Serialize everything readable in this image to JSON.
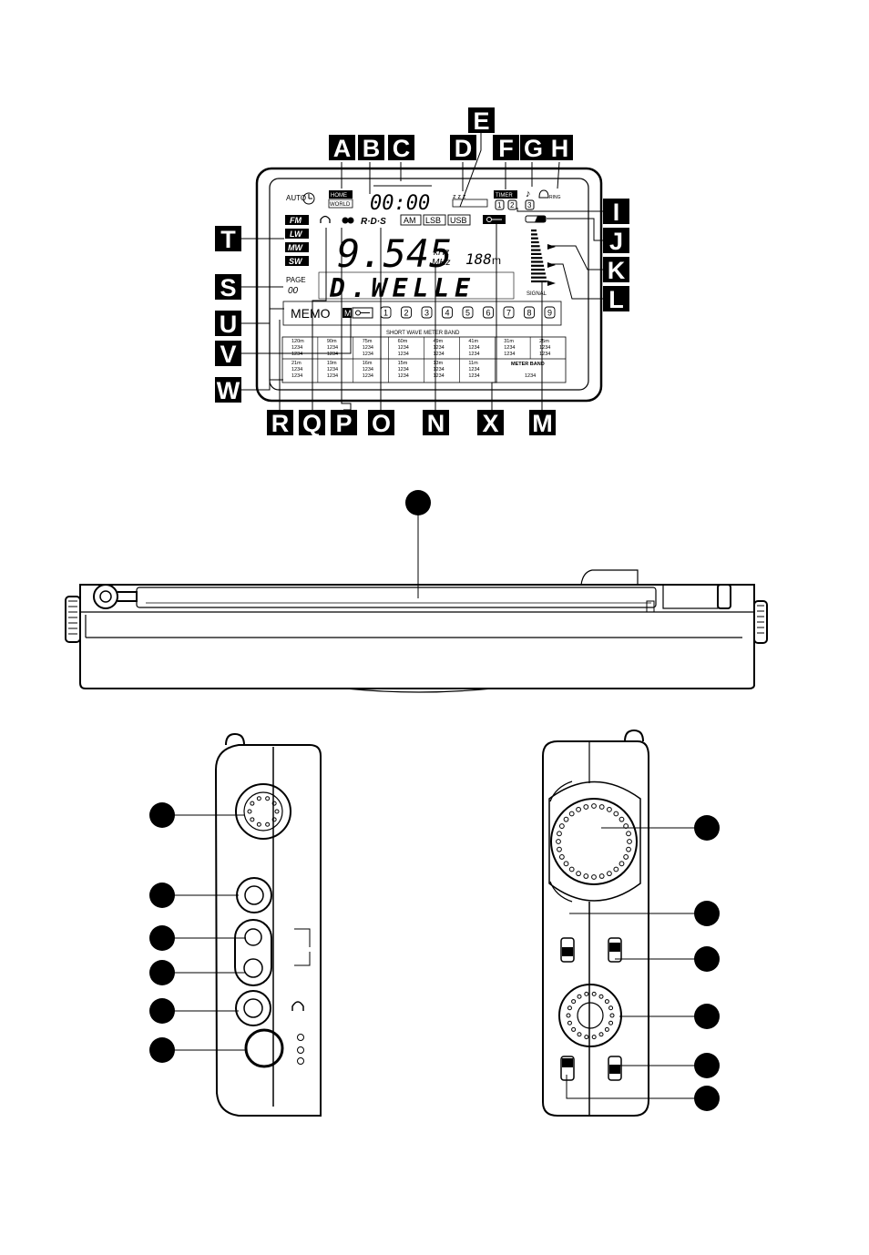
{
  "display": {
    "callouts_top": [
      "A",
      "B",
      "C",
      "E",
      "D",
      "F",
      "G",
      "H"
    ],
    "callouts_right": [
      "I",
      "J",
      "K",
      "L"
    ],
    "callouts_left": [
      "T",
      "S",
      "U",
      "V",
      "W"
    ],
    "callouts_bottom": [
      "R",
      "Q",
      "P",
      "O",
      "N",
      "X",
      "M"
    ],
    "auto": "AUTO",
    "home": "HOME",
    "world": "WORLD",
    "clock": "00:00",
    "timer": "TIMER",
    "timer_nums": [
      "1",
      "2",
      "3"
    ],
    "ring": "RING",
    "bands": [
      "FM",
      "LW",
      "MW",
      "SW"
    ],
    "rds": "R·D·S",
    "modes": [
      "AM",
      "LSB",
      "USB"
    ],
    "frequency": "9.545",
    "khz": "kHz",
    "mhz": "MHz",
    "meter": "188",
    "meter_unit": "m",
    "page_label": "PAGE",
    "page_value": "00",
    "station": "D.WELLE",
    "memo": "MEMO",
    "memo_m": "M",
    "presets": [
      "1",
      "2",
      "3",
      "4",
      "5",
      "6",
      "7",
      "8",
      "9"
    ],
    "signal": "SIGNAL",
    "table_title": "SHORT WAVE METER BAND",
    "row1_bands": [
      "120m",
      "90m",
      "75m",
      "60m",
      "49m",
      "41m",
      "31m",
      "25m"
    ],
    "row2_bands": [
      "21m",
      "19m",
      "16m",
      "15m",
      "13m",
      "11m"
    ],
    "meter_band": "METER BAND",
    "cell_value": "1234"
  },
  "icons": [
    "clock-icon",
    "bell-icon",
    "music-note-icon",
    "headphone-icon",
    "stereo-icon",
    "key-lock-icon",
    "battery-icon"
  ]
}
